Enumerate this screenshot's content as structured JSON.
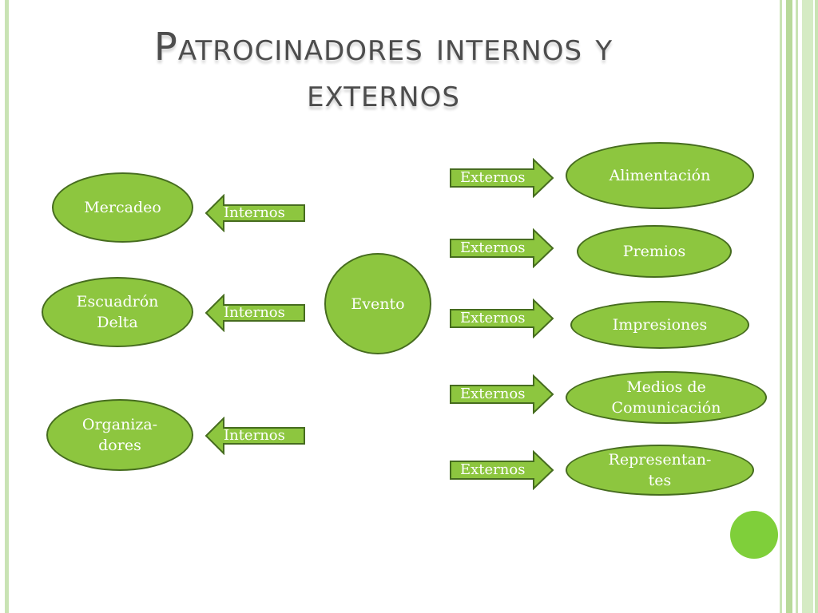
{
  "title": "Patrocinadores internos y externos",
  "colors": {
    "node_fill": "#8dc63f",
    "node_border": "#466c1f",
    "text": "#ffffff",
    "title": "#4d4d4d",
    "accent": "#7fcf3a"
  },
  "center": {
    "label": "Evento"
  },
  "internal": {
    "arrow_label": "Internos",
    "items": [
      "Mercadeo",
      "Escuadrón\nDelta",
      "Organiza-\ndores"
    ]
  },
  "external": {
    "arrow_label": "Externos",
    "items": [
      "Alimentación",
      "Premios",
      "Impresiones",
      "Medios de\nComunicación",
      "Representan-\ntes"
    ]
  }
}
